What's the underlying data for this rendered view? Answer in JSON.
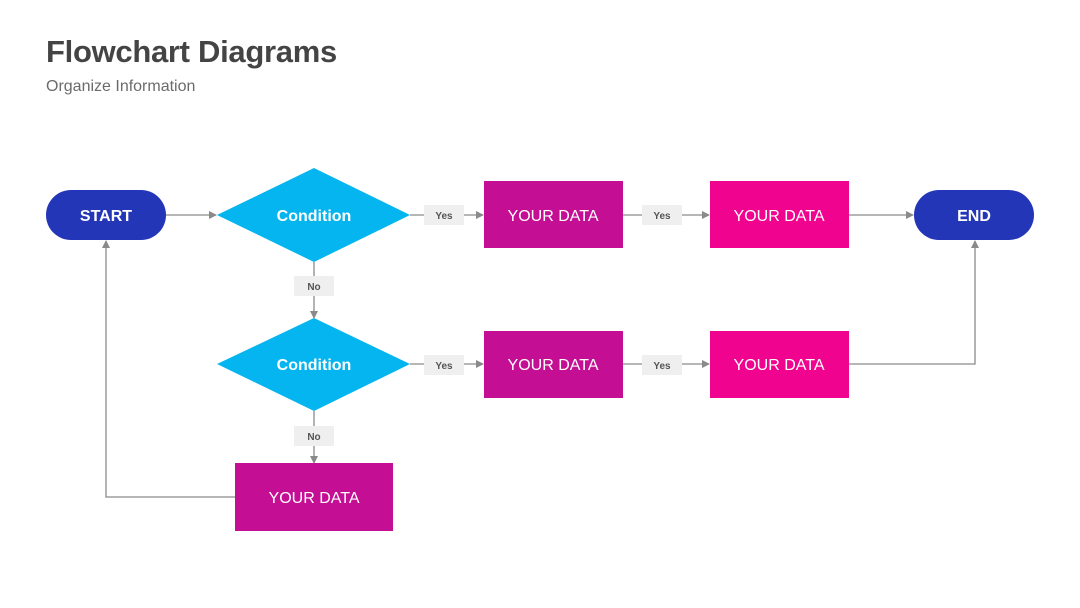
{
  "header": {
    "title": "Flowchart Diagrams",
    "subtitle": "Organize Information"
  },
  "colors": {
    "terminal": "#2336b8",
    "condition": "#04b5ef",
    "process_dark": "#c40e94",
    "process_light": "#f0048f",
    "connector": "#8a8a8a",
    "label_bg": "#efefef"
  },
  "nodes": {
    "start": "START",
    "end": "END",
    "condition_1": "Condition",
    "condition_2": "Condition",
    "data_1": "YOUR DATA",
    "data_2": "YOUR DATA",
    "data_3": "YOUR DATA",
    "data_4": "YOUR DATA",
    "data_5": "YOUR DATA"
  },
  "edge_labels": {
    "yes_1": "Yes",
    "yes_2": "Yes",
    "yes_3": "Yes",
    "yes_4": "Yes",
    "no_1": "No",
    "no_2": "No"
  }
}
